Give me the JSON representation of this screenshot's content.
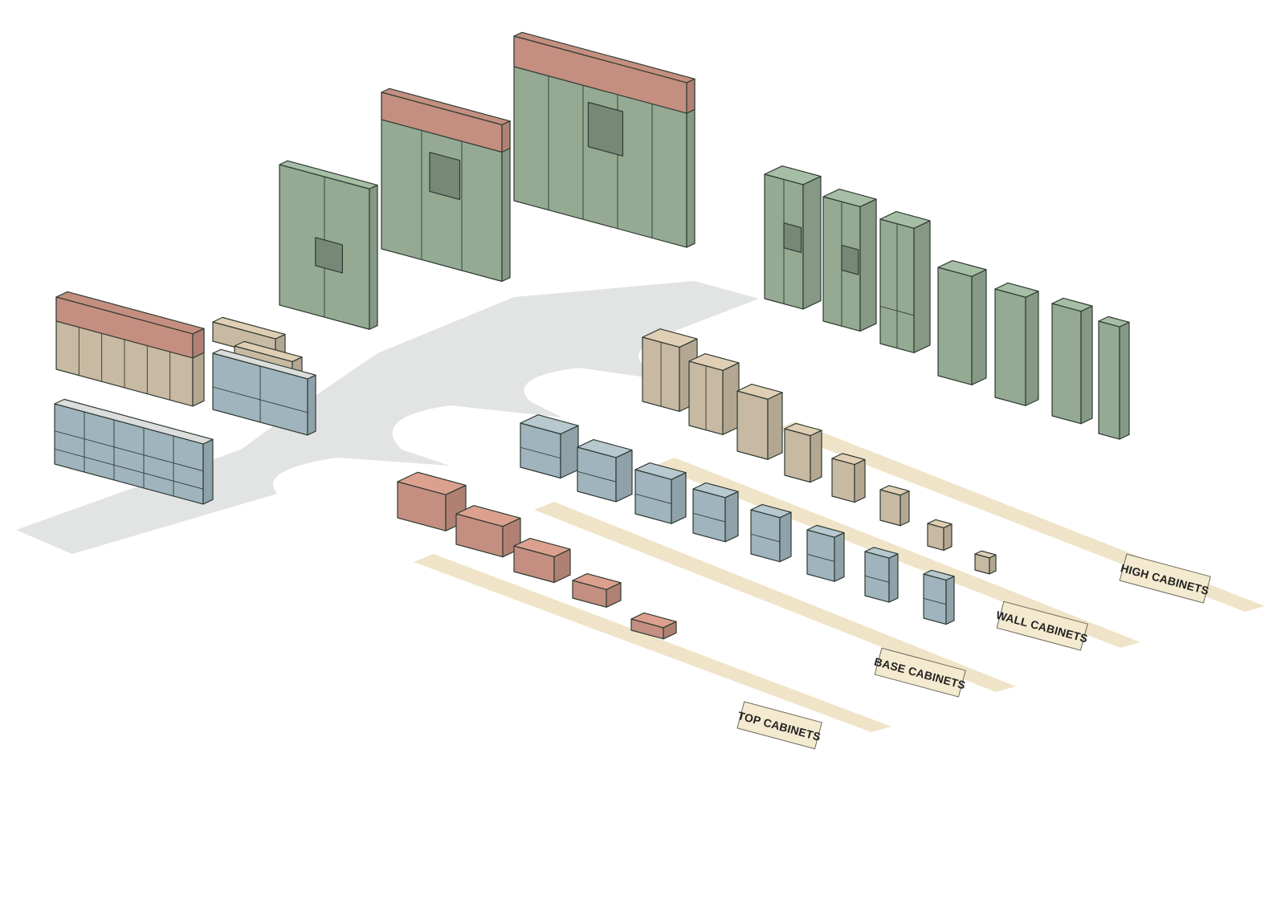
{
  "colors": {
    "top": "#c48f80",
    "base": "#9fb4bd",
    "wall": "#c8b9a2",
    "high": "#94aa93",
    "counter": "#dcdddd",
    "floor": "#e2e3e3",
    "rail": "#efe4c8",
    "label_bg": "#f4ead0"
  },
  "categories": [
    {
      "key": "top",
      "label": "TOP CABINETS"
    },
    {
      "key": "base",
      "label": "BASE CABINETS"
    },
    {
      "key": "wall",
      "label": "WALL CABINETS"
    },
    {
      "key": "high",
      "label": "HIGH CABINETS"
    }
  ]
}
